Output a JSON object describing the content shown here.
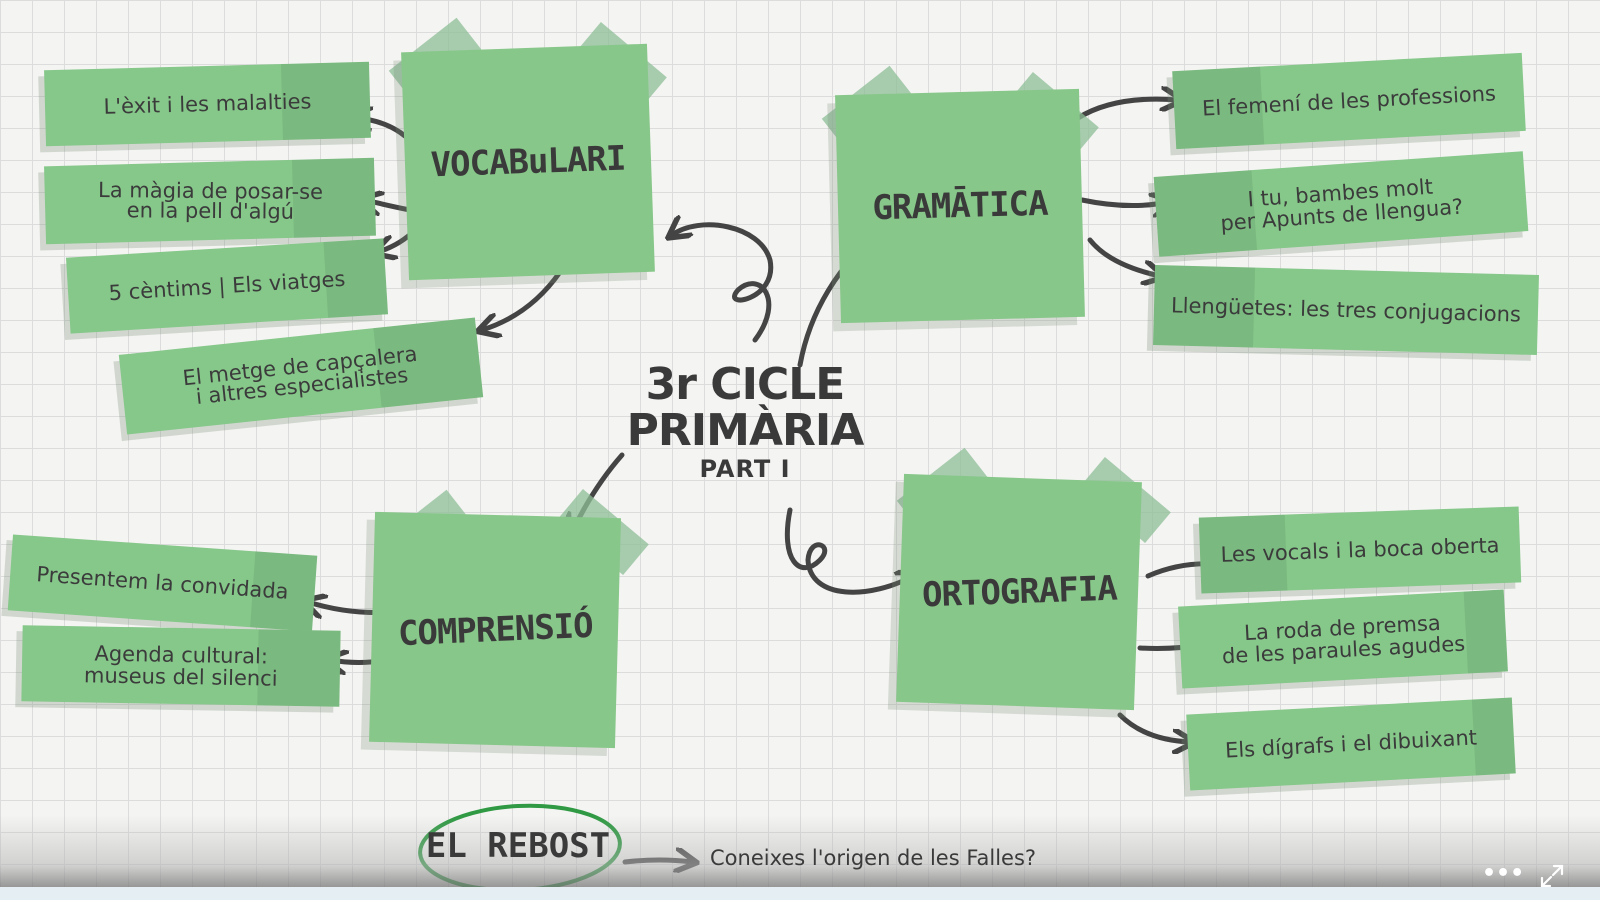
{
  "center": {
    "line1": "3r CICLE",
    "line2": "PRIMÀRIA",
    "line3": "PART I"
  },
  "notes": {
    "vocabulari": "VOCABuLARI",
    "gramatica": "GRAMĀTICA",
    "comprensio": "COMPRENSIÓ",
    "ortografia": "ORTOGRAFIA"
  },
  "vocabulari_items": [
    "L'èxit i les malalties",
    "La màgia de posar-se\nen la pell d'algú",
    "5 cèntims | Els viatges",
    "El metge de capçalera\ni altres especialistes"
  ],
  "gramatica_items": [
    "El femení de les professions",
    "I tu, bambes molt\nper Apunts de llengua?",
    "Llengüetes: les tres conjugacions"
  ],
  "comprensio_items": [
    "Presentem la convidada",
    "Agenda cultural:\nmuseus del silenci"
  ],
  "ortografia_items": [
    "Les vocals i la boca oberta",
    "La roda de premsa\nde les paraules agudes",
    "Els dígrafs i el dibuixant"
  ],
  "rebost": {
    "label": "EL REBOST",
    "question": "Coneixes l'origen de les Falles?"
  },
  "controls": {
    "more": "•••"
  },
  "colors": {
    "note": "#87c789",
    "strip": "#86c78a",
    "ink": "#3a3a3a"
  }
}
